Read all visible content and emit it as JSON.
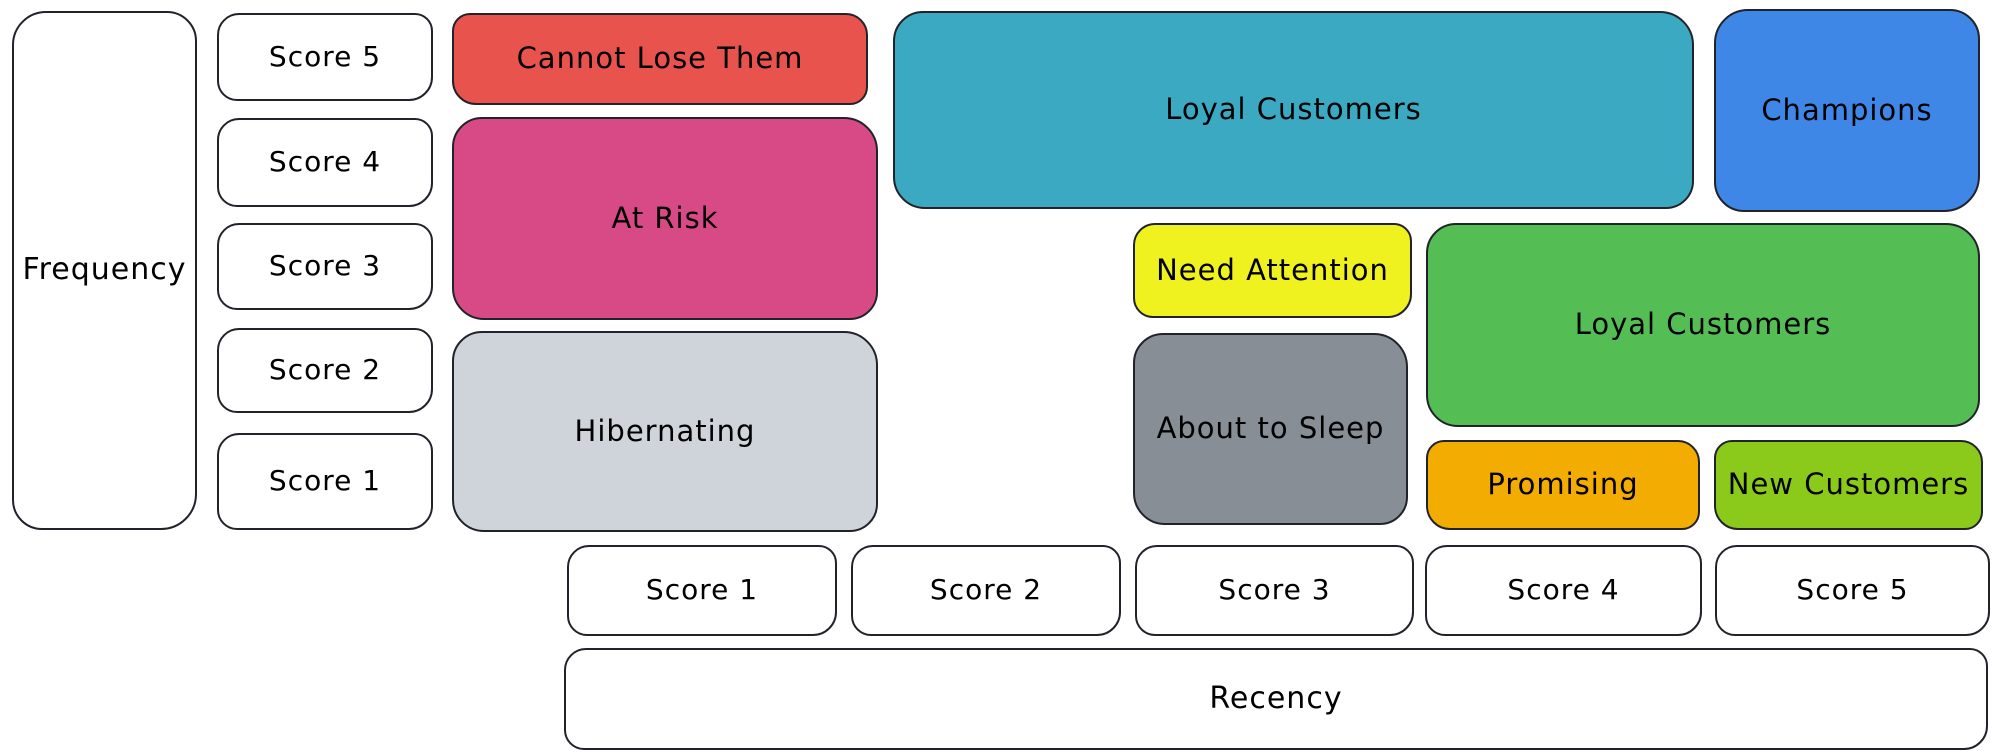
{
  "axes": {
    "frequency": {
      "label": "Frequency",
      "scores": [
        "Score 5",
        "Score 4",
        "Score 3",
        "Score 2",
        "Score 1"
      ]
    },
    "recency": {
      "label": "Recency",
      "scores": [
        "Score 1",
        "Score 2",
        "Score 3",
        "Score 4",
        "Score 5"
      ]
    }
  },
  "segments": {
    "cannot_lose_them": {
      "label": "Cannot Lose Them",
      "color": "#e8534e"
    },
    "at_risk": {
      "label": "At Risk",
      "color": "#d84a85"
    },
    "hibernating": {
      "label": "Hibernating",
      "color": "#ced4da"
    },
    "loyal_customers_top": {
      "label": "Loyal Customers",
      "color": "#3ba9c1"
    },
    "champions": {
      "label": "Champions",
      "color": "#3e87e6"
    },
    "need_attention": {
      "label": "Need Attention",
      "color": "#f0f21f"
    },
    "about_to_sleep": {
      "label": "About to Sleep",
      "color": "#878e96"
    },
    "loyal_customers_mid": {
      "label": "Loyal Customers",
      "color": "#54bd54"
    },
    "promising": {
      "label": "Promising",
      "color": "#f3ac01"
    },
    "new_customers": {
      "label": "New Customers",
      "color": "#8bca1b"
    }
  },
  "colors": {
    "background": "#ffffff",
    "border": "#22222b",
    "text": "#000000",
    "score_box_fill": "#ffffff"
  }
}
